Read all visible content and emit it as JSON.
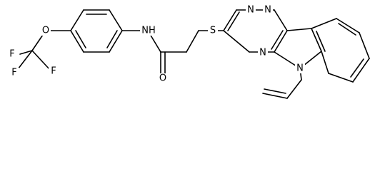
{
  "atoms": {
    "f1": "F",
    "f2": "F",
    "f3": "F",
    "o_ether": "O",
    "nh": "NH",
    "o_carbonyl": "O",
    "s": "S",
    "n_top_left": "N",
    "n_top_right": "N",
    "n_ring": "N",
    "n_indole": "N"
  },
  "colors": {
    "bond": "#000000",
    "label": "#000000",
    "background": "#ffffff"
  }
}
